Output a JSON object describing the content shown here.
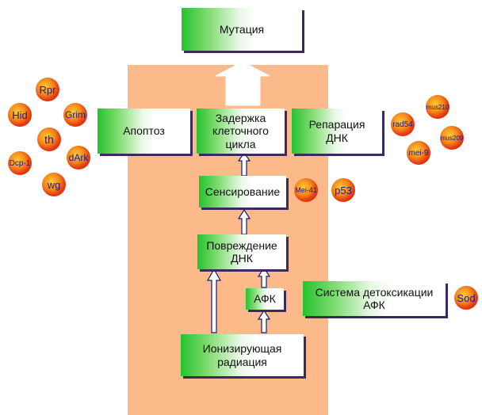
{
  "boxes": {
    "mutation": "Мутация",
    "apoptosis": "Апоптоз",
    "cell_cycle_delay": "Задержка клеточного цикла",
    "dna_repair": "Репарация ДНК",
    "sensing": "Сенсирование",
    "dna_damage": "Повреждение ДНК",
    "ros": "АФК",
    "ros_detox": "Система детоксикации АФК",
    "ionizing_radiation": "Ионизирующая радиация"
  },
  "genes": {
    "apoptosis": [
      "Rpr",
      "Hid",
      "Grim",
      "th",
      "Dcp-1",
      "dArk",
      "wg"
    ],
    "repair": [
      "mus210",
      "rad54",
      "mus209",
      "mei-9"
    ],
    "sensing": [
      "Mei-41",
      "p53"
    ],
    "detox": [
      "Sod"
    ]
  },
  "colors": {
    "panel": "#fcb98a",
    "box_green": "#25c230",
    "arrow_navy": "#1a1a7a",
    "gene_red": "#e53a12",
    "gene_text": "#1a1a8c"
  }
}
